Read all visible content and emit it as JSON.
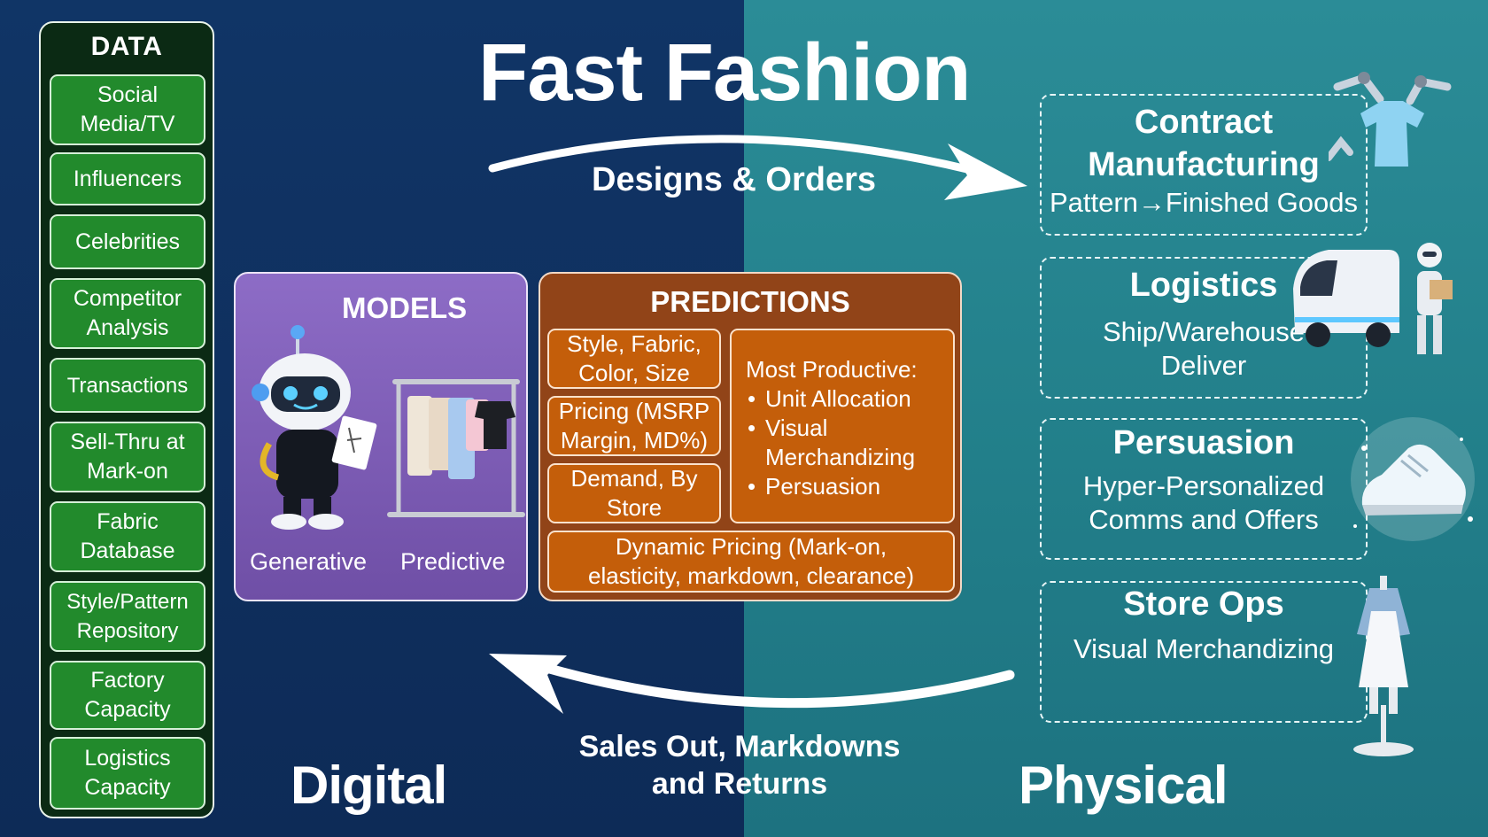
{
  "title": "Fast Fashion",
  "data_panel": {
    "title": "DATA",
    "items": [
      "Social Media/TV",
      "Influencers",
      "Celebrities",
      "Competitor Analysis",
      "Transactions",
      "Sell-Thru at Mark-on",
      "Fabric Database",
      "Style/Pattern Repository",
      "Factory Capacity",
      "Logistics Capacity"
    ]
  },
  "flows": {
    "top": "Designs & Orders",
    "bottom_line1": "Sales Out, Markdowns",
    "bottom_line2": "and Returns"
  },
  "sides": {
    "left": "Digital",
    "right": "Physical"
  },
  "models": {
    "title": "MODELS",
    "generative": "Generative",
    "predictive": "Predictive"
  },
  "predictions": {
    "title": "PREDICTIONS",
    "style": "Style, Fabric, Color, Size",
    "pricing": "Pricing (MSRP Margin, MD%)",
    "demand": "Demand, By Store",
    "productive_heading": "Most Productive:",
    "productive_items": [
      "Unit Allocation",
      "Visual Merchandizing",
      "Persuasion"
    ],
    "dynamic": "Dynamic Pricing (Mark-on, elasticity, markdown, clearance)"
  },
  "physical": [
    {
      "title": "Contract Manufacturing",
      "subtitle": "Pattern→Finished Goods"
    },
    {
      "title": "Logistics",
      "subtitle_1": "Ship/Warehouse",
      "subtitle_2": "Deliver"
    },
    {
      "title": "Persuasion",
      "subtitle_1": "Hyper-Personalized",
      "subtitle_2": "Comms and Offers"
    },
    {
      "title": "Store Ops",
      "subtitle": "Visual Merchandizing"
    }
  ],
  "colors": {
    "digital_bg": "#103566",
    "physical_bg": "#2b8c97",
    "data_item": "#228a2c",
    "models_bg": "#7d5db6",
    "predictions_bg": "#914418",
    "prediction_cell": "#c45e0a"
  },
  "icons": [
    "robot-designer-icon",
    "clothing-rack-icon",
    "robot-arms-shirt-icon",
    "delivery-van-robot-icon",
    "sparkle-sneaker-icon",
    "mannequin-icon"
  ]
}
